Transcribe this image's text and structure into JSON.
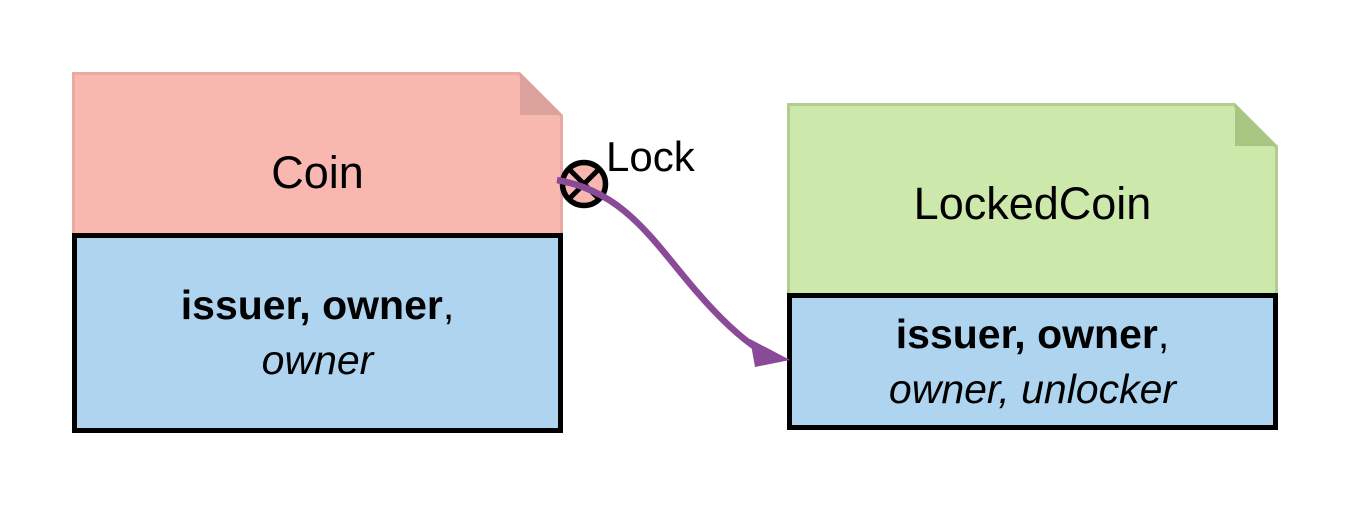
{
  "theme": {
    "canvas-bg": "#ffffff",
    "pink": "#f8b8b0",
    "pink-edge": "#e9aaa2",
    "pink-fold": "#dba39c",
    "green": "#cde8ab",
    "green-edge": "#b2cd8e",
    "green-fold": "#a8c582",
    "blue": "#aed4ef",
    "black": "#000000",
    "purple": "#8b4a97"
  },
  "cards": [
    {
      "title": "Coin",
      "fields_bold": "issuer, owner",
      "fields_bold_suffix": ",",
      "fields_italic": "owner"
    },
    {
      "title": "LockedCoin",
      "fields_bold": "issuer, owner",
      "fields_bold_suffix": ",",
      "fields_italic": "owner, unlocker"
    }
  ],
  "arrow": {
    "label": "Lock",
    "marker": "circled-x-icon"
  }
}
